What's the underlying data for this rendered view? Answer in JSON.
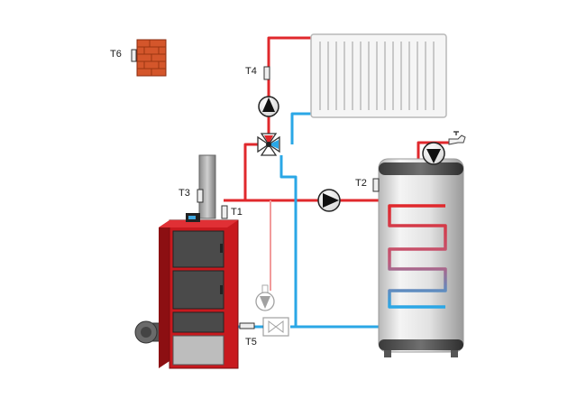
{
  "diagram": {
    "sensors": {
      "t1": "T1",
      "t2": "T2",
      "t3": "T3",
      "t4": "T4",
      "t5": "T5",
      "t6": "T6"
    },
    "colors": {
      "hot_pipe": "#e0282c",
      "cold_pipe": "#2aa7e6",
      "boiler_red": "#c8191e",
      "boiler_panel": "#4a4a4a",
      "brick": "#d4562b",
      "tank_silver": "#dcdcdc"
    },
    "icons": {
      "outdoor_sensor": "brick-wall-icon",
      "radiator": "radiator-icon",
      "pump": "circulation-pump-icon",
      "mixing_valve": "four-way-mixing-valve-icon",
      "boiler": "solid-fuel-boiler-icon",
      "tank": "hot-water-tank-icon",
      "tap": "water-tap-icon"
    }
  }
}
